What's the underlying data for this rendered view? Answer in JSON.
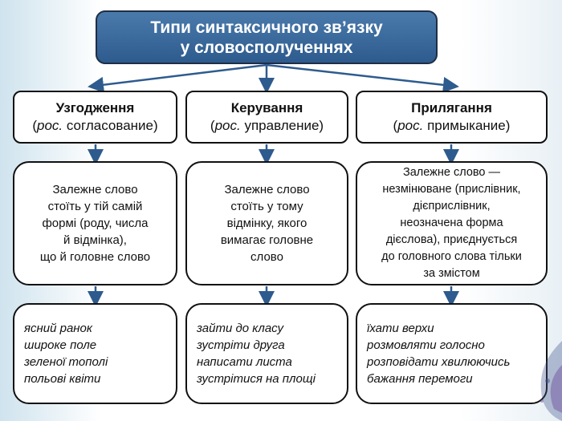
{
  "title": {
    "line1": "Типи синтаксичного зв’язку",
    "line2": "у словосполученнях"
  },
  "columns": [
    {
      "name": "Узгодження",
      "rus_prefix": "рос.",
      "rus_word": "согласование",
      "description": [
        "Залежне слово",
        "стоїть у тій самій",
        "формі (роду, числа",
        "й відмінка),",
        "що й головне слово"
      ],
      "examples": [
        "ясний ранок",
        "широке поле",
        "зеленої тополі",
        "польові квіти"
      ]
    },
    {
      "name": "Керування",
      "rus_prefix": "рос.",
      "rus_word": "управление",
      "description": [
        "Залежне слово",
        "стоїть у тому",
        "відмінку, якого",
        "вимагає головне",
        "слово"
      ],
      "examples": [
        "зайти до класу",
        "зустріти друга",
        "написати листа",
        "зустрітися на площі"
      ]
    },
    {
      "name": "Прилягання",
      "rus_prefix": "рос.",
      "rus_word": "примыкание",
      "description": [
        "Залежне слово —",
        "незмінюване (прислівник,",
        "дієприслівник,",
        "неозначена форма",
        "дієслова), приєднується",
        "до головного слова тільки",
        "за змістом"
      ],
      "examples": [
        "їхати верхи",
        "розмовляти голосно",
        "розповідати хвилюючись",
        "бажання перемоги"
      ]
    }
  ],
  "colors": {
    "title_fill": "#3a6a9c",
    "arrow": "#2e5b8e",
    "border": "#111111"
  }
}
